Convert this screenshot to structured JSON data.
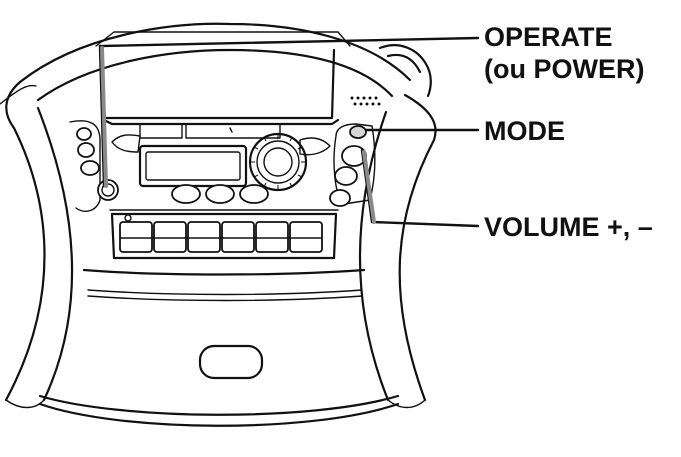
{
  "callouts": {
    "operate": "OPERATE",
    "operate_alt": "(ou POWER)",
    "mode": "MODE",
    "volume": "VOLUME +, –"
  },
  "colors": {
    "line": "#111111",
    "background": "#ffffff"
  }
}
